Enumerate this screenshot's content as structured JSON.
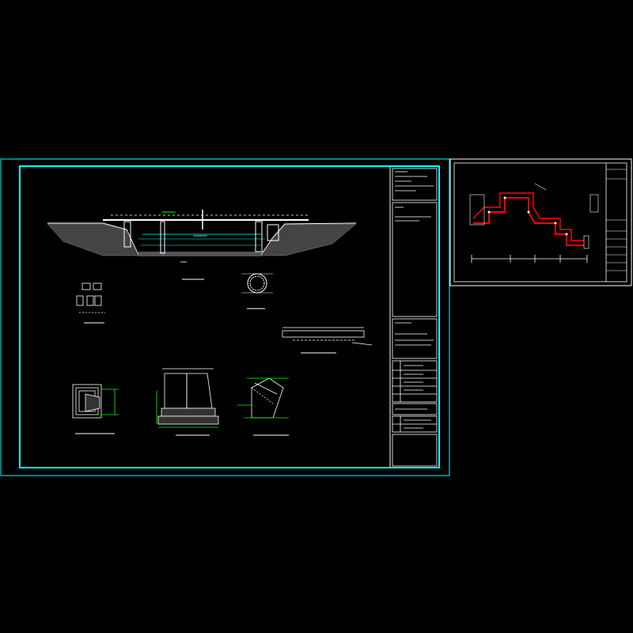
{
  "colors": {
    "background": "#000000",
    "frame": "#00ffff",
    "line": "#ffffff",
    "accent": "#00ff00",
    "highlight": "#ff0000",
    "dim": "#ffff00"
  },
  "sheet_main": {
    "notes": [
      "1.",
      "2.",
      "3."
    ],
    "section_caption": "",
    "detail_captions": [
      "",
      "",
      "",
      "",
      "",
      ""
    ]
  },
  "sheet_small": {
    "title": ""
  }
}
